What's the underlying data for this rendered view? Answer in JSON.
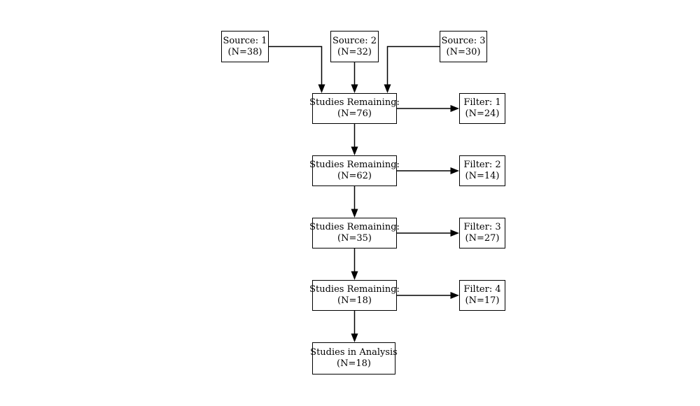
{
  "diagram": {
    "title": "study-filtering-flowchart",
    "colors": {
      "background": "#ffffff",
      "box_fill": "#ffffff",
      "box_border": "#000000",
      "line": "#000000",
      "text": "#000000"
    },
    "nodes": {
      "source1": {
        "label": "Source: 1",
        "count": "(N=38)"
      },
      "source2": {
        "label": "Source: 2",
        "count": "(N=32)"
      },
      "source3": {
        "label": "Source: 3",
        "count": "(N=30)"
      },
      "remaining1": {
        "label": "Studies Remaining:",
        "count": "(N=76)"
      },
      "filter1": {
        "label": "Filter: 1",
        "count": "(N=24)"
      },
      "remaining2": {
        "label": "Studies Remaining:",
        "count": "(N=62)"
      },
      "filter2": {
        "label": "Filter: 2",
        "count": "(N=14)"
      },
      "remaining3": {
        "label": "Studies Remaining:",
        "count": "(N=35)"
      },
      "filter3": {
        "label": "Filter: 3",
        "count": "(N=27)"
      },
      "remaining4": {
        "label": "Studies Remaining:",
        "count": "(N=18)"
      },
      "filter4": {
        "label": "Filter: 4",
        "count": "(N=17)"
      },
      "analysis": {
        "label": "Studies in Analysis",
        "count": "(N=18)"
      }
    },
    "edges": [
      "source1 -> remaining1",
      "source2 -> remaining1",
      "source3 -> remaining1",
      "remaining1 -> filter1",
      "remaining1 -> remaining2",
      "remaining2 -> filter2",
      "remaining2 -> remaining3",
      "remaining3 -> filter3",
      "remaining3 -> remaining4",
      "remaining4 -> filter4",
      "remaining4 -> analysis"
    ]
  }
}
